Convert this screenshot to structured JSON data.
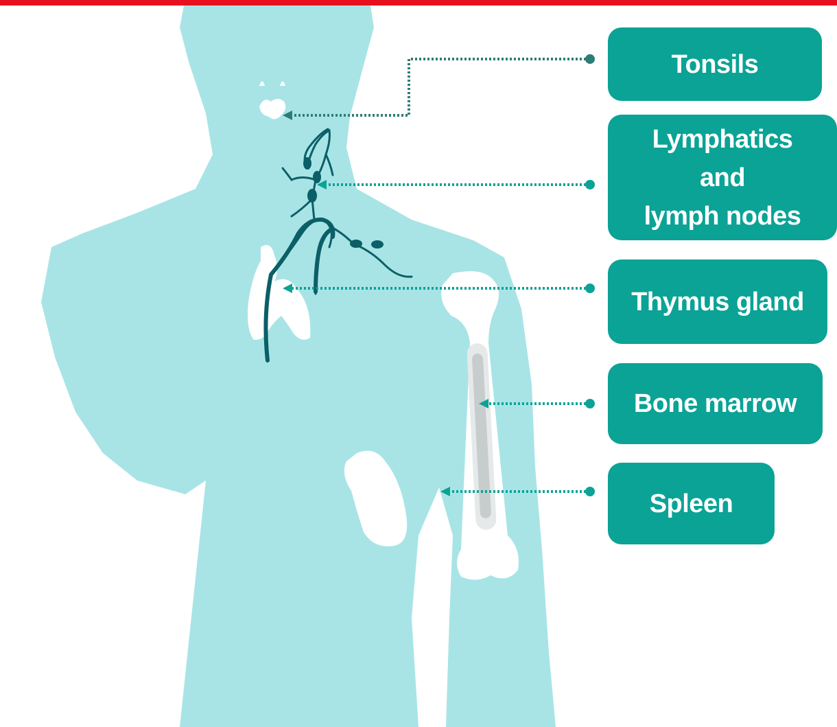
{
  "colors": {
    "top_bar": "#e8101e",
    "body": "#a8e4e6",
    "organ": "#ffffff",
    "lymph_vessel": "#0b5f66",
    "label_box": "#0aa396",
    "label_text": "#ffffff",
    "connector_dark": "#2d7d74",
    "connector": "#0aa396",
    "marrow": "#c7cccc",
    "bone_shaft": "#e6e9e9"
  },
  "labels": {
    "tonsils": "Tonsils",
    "lymphatics_line1": "Lymphatics",
    "lymphatics_line2": "and",
    "lymphatics_line3": "lymph nodes",
    "thymus": "Thymus gland",
    "bone_marrow": "Bone marrow",
    "spleen": "Spleen"
  }
}
